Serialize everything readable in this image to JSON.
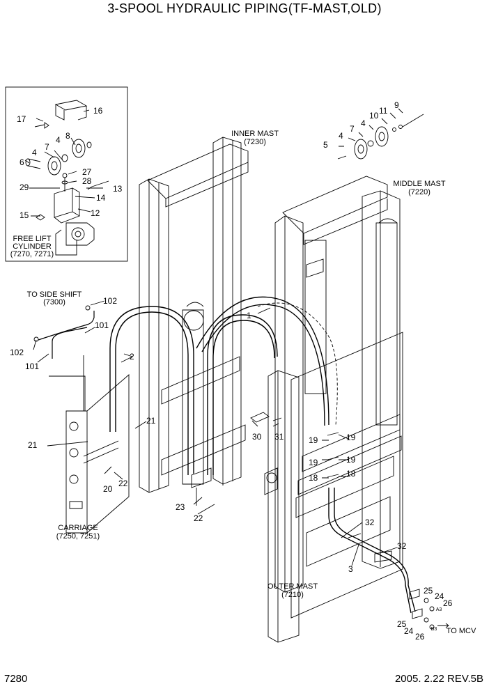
{
  "title": "3-SPOOL HYDRAULIC PIPING(TF-MAST,OLD)",
  "page_number": "7280",
  "revision": "2005. 2.22  REV.5B",
  "labels": {
    "inner_mast": [
      "INNER MAST",
      "(7230)"
    ],
    "middle_mast": [
      "MIDDLE MAST",
      "(7220)"
    ],
    "outer_mast": [
      "OUTER MAST",
      "(7210)"
    ],
    "carriage": [
      "CARRIAGE",
      "(7250, 7251)"
    ],
    "free_lift": [
      "FREE LIFT",
      "CYLINDER",
      "(7270, 7271)"
    ],
    "side_shift": [
      "TO SIDE SHIFT",
      "(7300)"
    ],
    "to_mcv": "TO MCV",
    "port_a3": "A3",
    "port_b3": "B3"
  },
  "callouts": {
    "c1": "1",
    "c2": "2",
    "c3": "3",
    "c4a": "4",
    "c4b": "4",
    "c4c": "4",
    "c5": "5",
    "c6": "6",
    "c7a": "7",
    "c7b": "7",
    "c8": "8",
    "c9": "9",
    "c10": "10",
    "c11": "11",
    "c12": "12",
    "c13": "13",
    "c14": "14",
    "c15": "15",
    "c16": "16",
    "c17": "17",
    "c18a": "18",
    "c18b": "18",
    "c19a": "19",
    "c19b": "19",
    "c19c": "19",
    "c19d": "19",
    "c20": "20",
    "c21a": "21",
    "c21b": "21",
    "c22a": "22",
    "c22b": "22",
    "c23": "23",
    "c24a": "24",
    "c24b": "24",
    "c25a": "25",
    "c25b": "25",
    "c26a": "26",
    "c26b": "26",
    "c27": "27",
    "c28": "28",
    "c29": "29",
    "c30": "30",
    "c31": "31",
    "c32a": "32",
    "c32b": "32",
    "c101a": "101",
    "c101b": "101",
    "c102a": "102",
    "c102b": "102"
  }
}
